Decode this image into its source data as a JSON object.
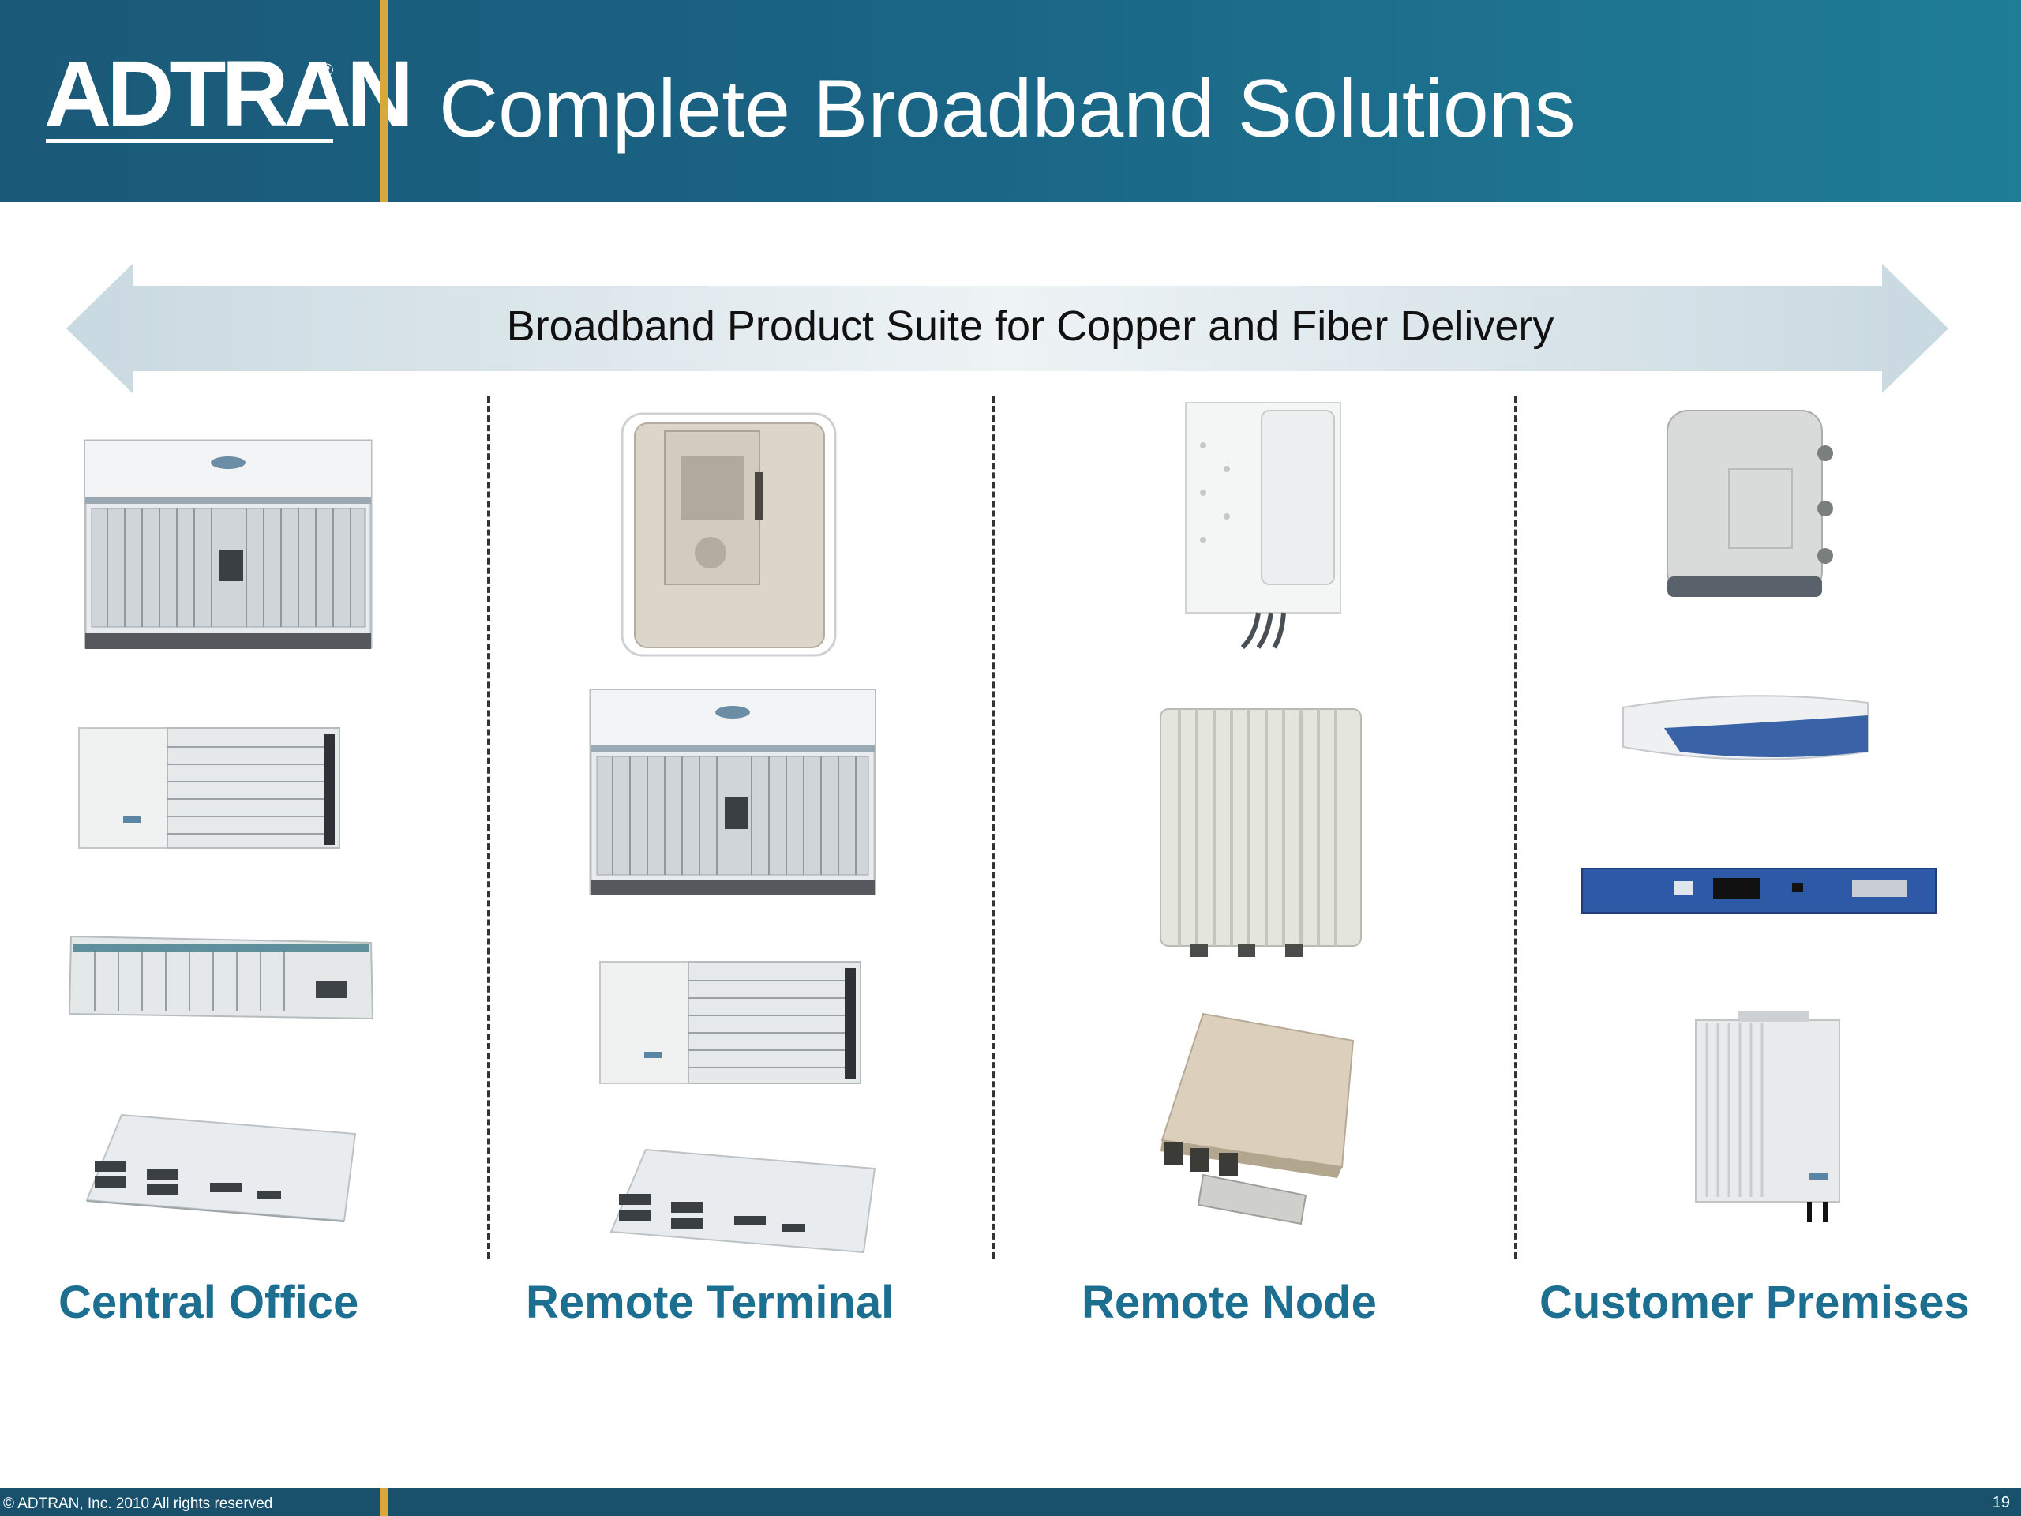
{
  "header": {
    "logo_text": "ADTRAN",
    "logo_reg": "®",
    "title": "Complete Broadband Solutions"
  },
  "banner": {
    "text": "Broadband Product Suite for Copper and Fiber Delivery"
  },
  "categories": [
    {
      "label": "Central Office"
    },
    {
      "label": "Remote Terminal"
    },
    {
      "label": "Remote Node"
    },
    {
      "label": "Customer Premises"
    }
  ],
  "footer": {
    "copyright": "© ADTRAN, Inc. 2010 All rights reserved",
    "page_number": "19"
  },
  "colors": {
    "header_blue": "#1a6283",
    "accent_gold": "#d7a83a",
    "category_blue": "#1c6f91"
  }
}
